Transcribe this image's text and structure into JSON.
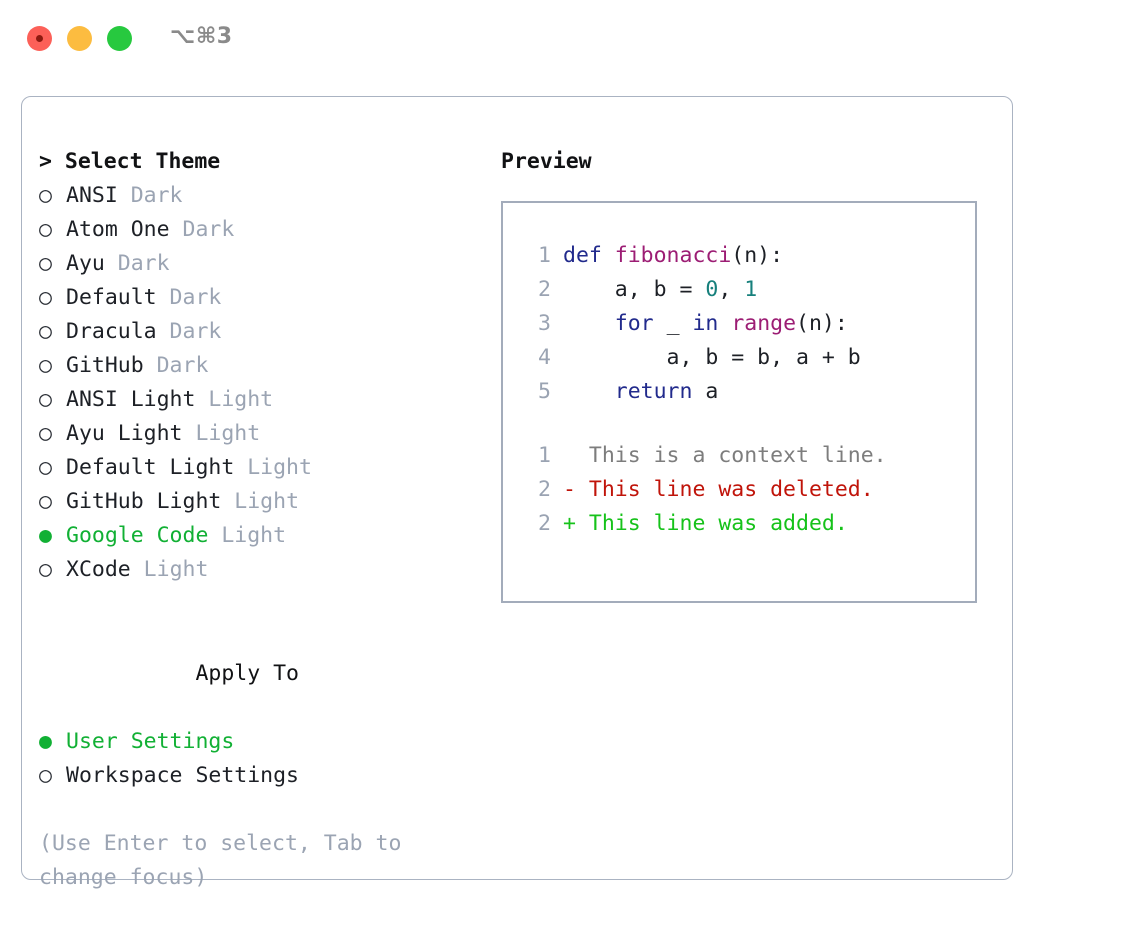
{
  "titlebar": {
    "shortcut": "⌥⌘3",
    "buttons": [
      {
        "name": "close",
        "color": "#fc6058"
      },
      {
        "name": "minimize",
        "color": "#fcbc40"
      },
      {
        "name": "maximize",
        "color": "#27c93f"
      }
    ]
  },
  "theme_picker": {
    "header": "> Select Theme",
    "marker_selected": "●",
    "marker_unselected": "○",
    "items": [
      {
        "marker": "○",
        "label": "ANSI",
        "badge": "Dark",
        "selected": false
      },
      {
        "marker": "○",
        "label": "Atom One",
        "badge": "Dark",
        "selected": false
      },
      {
        "marker": "○",
        "label": "Ayu",
        "badge": "Dark",
        "selected": false
      },
      {
        "marker": "○",
        "label": "Default",
        "badge": "Dark",
        "selected": false
      },
      {
        "marker": "○",
        "label": "Dracula",
        "badge": "Dark",
        "selected": false
      },
      {
        "marker": "○",
        "label": "GitHub",
        "badge": "Dark",
        "selected": false
      },
      {
        "marker": "○",
        "label": "ANSI Light",
        "badge": "Light",
        "selected": false
      },
      {
        "marker": "○",
        "label": "Ayu Light",
        "badge": "Light",
        "selected": false
      },
      {
        "marker": "○",
        "label": "Default Light",
        "badge": "Light",
        "selected": false
      },
      {
        "marker": "○",
        "label": "GitHub Light",
        "badge": "Light",
        "selected": false
      },
      {
        "marker": "●",
        "label": "Google Code",
        "badge": "Light",
        "selected": true
      },
      {
        "marker": "○",
        "label": "XCode",
        "badge": "Light",
        "selected": false
      }
    ]
  },
  "apply_to": {
    "header": "Apply To",
    "items": [
      {
        "marker": "●",
        "label": "User Settings",
        "selected": true
      },
      {
        "marker": "○",
        "label": "Workspace Settings",
        "selected": false
      }
    ]
  },
  "hint": "(Use Enter to select, Tab to change focus)",
  "preview": {
    "title": "Preview",
    "code": [
      {
        "ln": "1",
        "tokens": [
          {
            "t": "def ",
            "c": "kw"
          },
          {
            "t": "fibonacci",
            "c": "fn"
          },
          {
            "t": "(n):",
            "c": "pl"
          }
        ]
      },
      {
        "ln": "2",
        "tokens": [
          {
            "t": "    a, b = ",
            "c": "pl"
          },
          {
            "t": "0",
            "c": "num"
          },
          {
            "t": ", ",
            "c": "pl"
          },
          {
            "t": "1",
            "c": "num"
          }
        ]
      },
      {
        "ln": "3",
        "tokens": [
          {
            "t": "    ",
            "c": "pl"
          },
          {
            "t": "for",
            "c": "kw"
          },
          {
            "t": " _ ",
            "c": "pl"
          },
          {
            "t": "in",
            "c": "kw"
          },
          {
            "t": " ",
            "c": "pl"
          },
          {
            "t": "range",
            "c": "fn"
          },
          {
            "t": "(n):",
            "c": "pl"
          }
        ]
      },
      {
        "ln": "4",
        "tokens": [
          {
            "t": "        a, b = b, a + b",
            "c": "pl"
          }
        ]
      },
      {
        "ln": "5",
        "tokens": [
          {
            "t": "    ",
            "c": "pl"
          },
          {
            "t": "return",
            "c": "kw"
          },
          {
            "t": " a",
            "c": "pl"
          }
        ]
      }
    ],
    "diff": [
      {
        "ln": "1",
        "sign": " ",
        "text": " This is a context line.",
        "c": "ctx"
      },
      {
        "ln": "2",
        "sign": "-",
        "text": " This line was deleted.",
        "c": "del"
      },
      {
        "ln": "2",
        "sign": "+",
        "text": " This line was added.",
        "c": "add"
      }
    ]
  },
  "colors": {
    "accent_green": "#11b034",
    "muted": "#9ba4b3",
    "keyword": "#212a8c",
    "function": "#9c1d74",
    "number": "#17807c",
    "plain": "#1d2026",
    "diff_removed": "#c0140a",
    "diff_added": "#16c21a",
    "border": "#a3acbb"
  }
}
